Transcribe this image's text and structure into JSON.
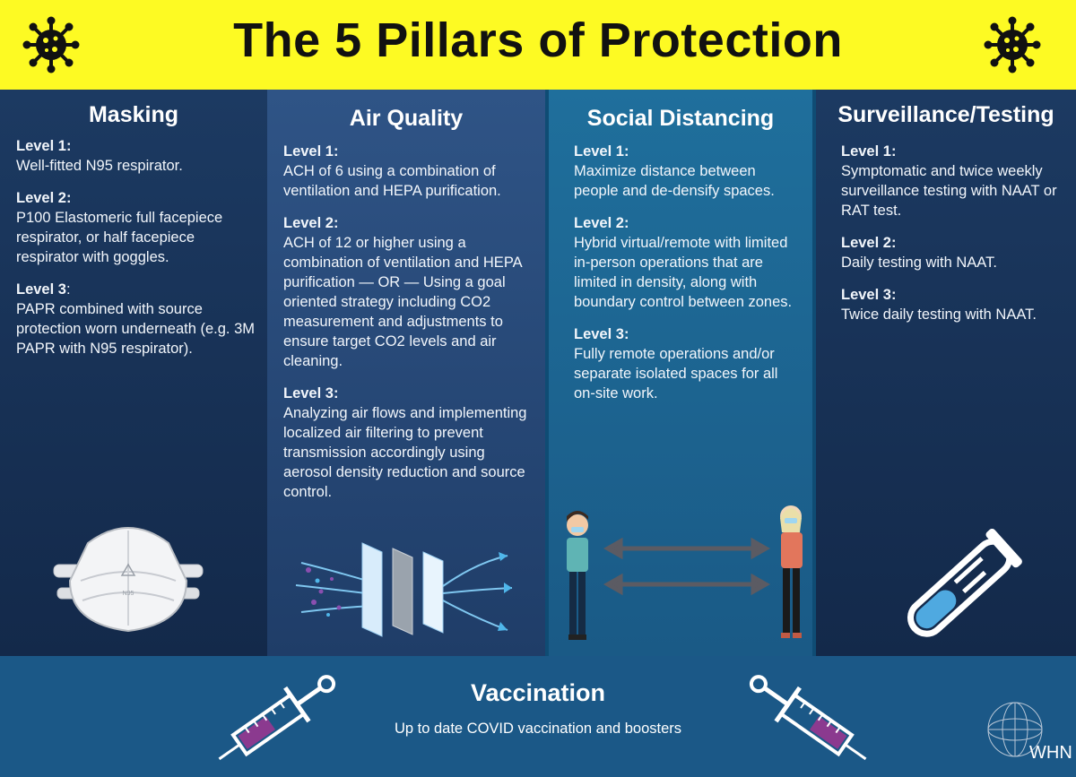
{
  "header": {
    "title": "The 5 Pillars of Protection",
    "background": "#fdfa23",
    "left_icon": "virus-icon",
    "right_icon": "virus-icon"
  },
  "columns": [
    {
      "title": "Masking",
      "levels": [
        {
          "label": "Level 1:",
          "text": "Well-fitted N95 respirator."
        },
        {
          "label": "Level 2:",
          "text": "P100 Elastomeric full facepiece respirator, or half facepiece respirator with goggles."
        },
        {
          "label": "Level 3",
          "suffix": ":",
          "text": "PAPR combined with source protection worn underneath (e.g. 3M PAPR with N95 respirator)."
        }
      ],
      "illustration": "respirator-mask-icon",
      "mask_print": "N95"
    },
    {
      "title": "Air Quality",
      "levels": [
        {
          "label": "Level 1:",
          "text": "ACH of 6 using a combination of ventilation and HEPA purification."
        },
        {
          "label": "Level 2:",
          "text": "ACH of 12 or higher using a combination of ventilation and HEPA purification — OR — Using a goal oriented strategy including CO2 measurement and adjustments to ensure target CO2 levels and air cleaning."
        },
        {
          "label": "Level 3:",
          "text": "Analyzing air flows and implementing localized air filtering to prevent transmission accordingly using aerosol density reduction and source control."
        }
      ],
      "illustration": "air-filter-icon"
    },
    {
      "title": "Social Distancing",
      "levels": [
        {
          "label": "Level 1:",
          "text": "Maximize distance between people and de-densify spaces."
        },
        {
          "label": "Level 2:",
          "text": "Hybrid virtual/remote with limited in-person operations that are limited in density, along with boundary control between zones."
        },
        {
          "label": "Level 3:",
          "text": "Fully remote operations and/or separate isolated spaces for all on-site work."
        }
      ],
      "illustration": "two-people-distance-icon"
    },
    {
      "title": "Surveillance/Testing",
      "levels": [
        {
          "label": "Level 1:",
          "text": "Symptomatic and twice weekly surveillance testing with NAAT or RAT test."
        },
        {
          "label": "Level 2:",
          "text": "Daily testing with NAAT."
        },
        {
          "label": "Level 3:",
          "text": "Twice daily testing with NAAT."
        }
      ],
      "illustration": "test-tube-icon"
    }
  ],
  "vaccination": {
    "title": "Vaccination",
    "subtitle": "Up to date COVID vaccination and boosters",
    "left_icon": "syringe-icon",
    "right_icon": "syringe-icon"
  },
  "logo": {
    "text": "WHN",
    "icon": "globe-logo-icon"
  },
  "colors": {
    "header": "#fdfa23",
    "masking": "#1c3a62",
    "air_quality": "#2f5486",
    "social_distancing": "#1f6f9c",
    "testing": "#1c3a62",
    "vaccination": "#1b5887"
  }
}
